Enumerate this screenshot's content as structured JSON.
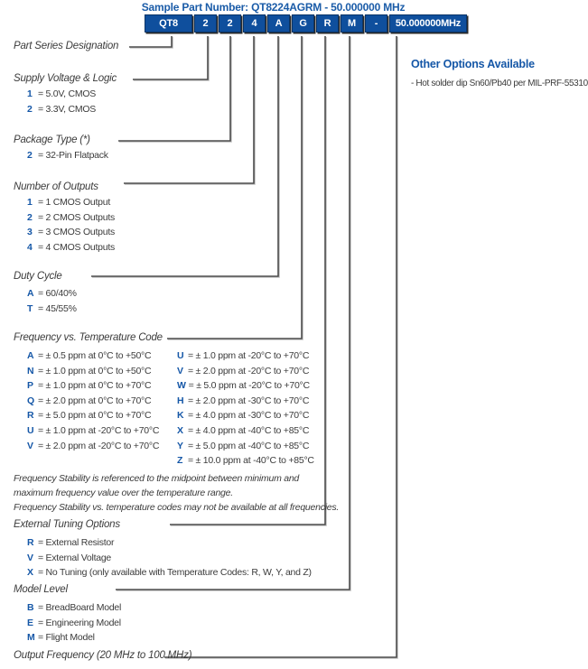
{
  "header": {
    "sample_title": "Sample Part Number: QT8224AGRM - 50.000000 MHz"
  },
  "part_boxes": {
    "series": "QT8",
    "supply": "2",
    "package": "2",
    "outputs": "4",
    "duty": "A",
    "temp": "G",
    "tuning": "R",
    "model": "M",
    "dash": "-",
    "frequency": "50.000000MHz"
  },
  "sections": {
    "part_series": {
      "label": "Part Series Designation"
    },
    "supply": {
      "label": "Supply Voltage & Logic",
      "options": [
        {
          "code": "1",
          "desc": "= 5.0V, CMOS"
        },
        {
          "code": "2",
          "desc": "= 3.3V, CMOS"
        }
      ]
    },
    "package": {
      "label": "Package Type (*)",
      "options": [
        {
          "code": "2",
          "desc": "= 32-Pin Flatpack"
        }
      ]
    },
    "outputs": {
      "label": "Number of Outputs",
      "options": [
        {
          "code": "1",
          "desc": "= 1 CMOS Output"
        },
        {
          "code": "2",
          "desc": "= 2 CMOS Outputs"
        },
        {
          "code": "3",
          "desc": "= 3 CMOS Outputs"
        },
        {
          "code": "4",
          "desc": "= 4 CMOS Outputs"
        }
      ]
    },
    "duty": {
      "label": "Duty Cycle",
      "options": [
        {
          "code": "A",
          "desc": "= 60/40%"
        },
        {
          "code": "T",
          "desc": "= 45/55%"
        }
      ]
    },
    "freq_temp": {
      "label": "Frequency vs. Temperature Code",
      "left": [
        {
          "code": "A",
          "desc": "= ± 0.5 ppm at 0°C to +50°C"
        },
        {
          "code": "N",
          "desc": "= ± 1.0 ppm at 0°C to +50°C"
        },
        {
          "code": "P",
          "desc": "= ± 1.0 ppm at 0°C to +70°C"
        },
        {
          "code": "Q",
          "desc": "= ± 2.0 ppm at 0°C to +70°C"
        },
        {
          "code": "R",
          "desc": "= ± 5.0 ppm at 0°C to +70°C"
        },
        {
          "code": "U",
          "desc": "= ± 1.0 ppm at -20°C to +70°C"
        },
        {
          "code": "V",
          "desc": "= ± 2.0 ppm at -20°C to +70°C"
        }
      ],
      "right": [
        {
          "code": "U",
          "desc": "= ± 1.0 ppm at -20°C to +70°C"
        },
        {
          "code": "V",
          "desc": "= ± 2.0 ppm at -20°C to +70°C"
        },
        {
          "code": "W",
          "desc": "= ± 5.0 ppm at -20°C to +70°C"
        },
        {
          "code": "H",
          "desc": "= ± 2.0 ppm at -30°C to +70°C"
        },
        {
          "code": "K",
          "desc": "= ± 4.0 ppm at -30°C to +70°C"
        },
        {
          "code": "X",
          "desc": "= ± 4.0 ppm at -40°C to +85°C"
        },
        {
          "code": "Y",
          "desc": "= ± 5.0 ppm at -40°C to +85°C"
        },
        {
          "code": "Z",
          "desc": "= ± 10.0 ppm at -40°C to +85°C"
        }
      ]
    },
    "tuning": {
      "label": "External Tuning Options",
      "options": [
        {
          "code": "R",
          "desc": "= External Resistor"
        },
        {
          "code": "V",
          "desc": "= External Voltage"
        },
        {
          "code": "X",
          "desc": "= No Tuning (only available with Temperature Codes: R, W, Y, and Z)"
        }
      ]
    },
    "model": {
      "label": "Model Level",
      "options": [
        {
          "code": "B",
          "desc": "= BreadBoard Model"
        },
        {
          "code": "E",
          "desc": "= Engineering Model"
        },
        {
          "code": "M",
          "desc": "= Flight Model"
        }
      ]
    },
    "output_freq": {
      "label": "Output Frequency (20 MHz to 100 MHz)"
    }
  },
  "notes": [
    "Frequency Stability is referenced to the midpoint between minimum and maximum frequency value over the temperature range.",
    "Frequency Stability vs. temperature codes may not be available at all frequencies."
  ],
  "other_options": {
    "title": "Other Options Available",
    "items": [
      "- Hot solder dip Sn60/Pb40 per MIL-PRF-55310"
    ]
  },
  "colors": {
    "box_blue": "#0f4f9d",
    "accent_blue": "#1557a7",
    "text_dark": "#3b3b3b",
    "line_gray": "#4d4d4d"
  }
}
